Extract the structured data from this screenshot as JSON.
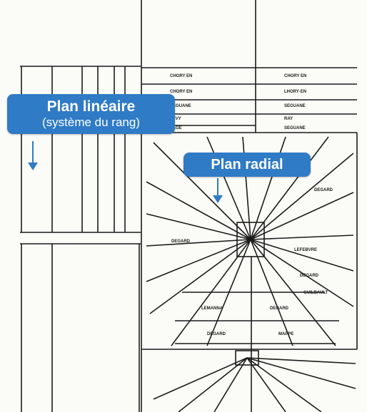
{
  "callouts": {
    "linear": {
      "title": "Plan linéaire",
      "subtitle": "(système du rang)"
    },
    "radial": {
      "title": "Plan radial"
    }
  },
  "map_labels": {
    "right_column": [
      "CHORY EN",
      "LHORY·EN",
      "SEGUANE",
      "RAY",
      "SEGUANE"
    ],
    "center_block": [
      "CHORY EN",
      "CHORY EN",
      "SEGUANE",
      "LEVY",
      "PAGE"
    ],
    "radial_right": [
      "LEFEBVRE",
      "DEGARD",
      "GUILBAULT",
      "DEGARD"
    ],
    "radial_bottom": [
      "LEMANNA",
      "DEGARD",
      "DEGARD",
      "DEGARD",
      "MAPPE"
    ]
  },
  "colors": {
    "accent": "#2f7bc6",
    "paper": "#fbfbf8",
    "ink": "#1b1b1b"
  }
}
